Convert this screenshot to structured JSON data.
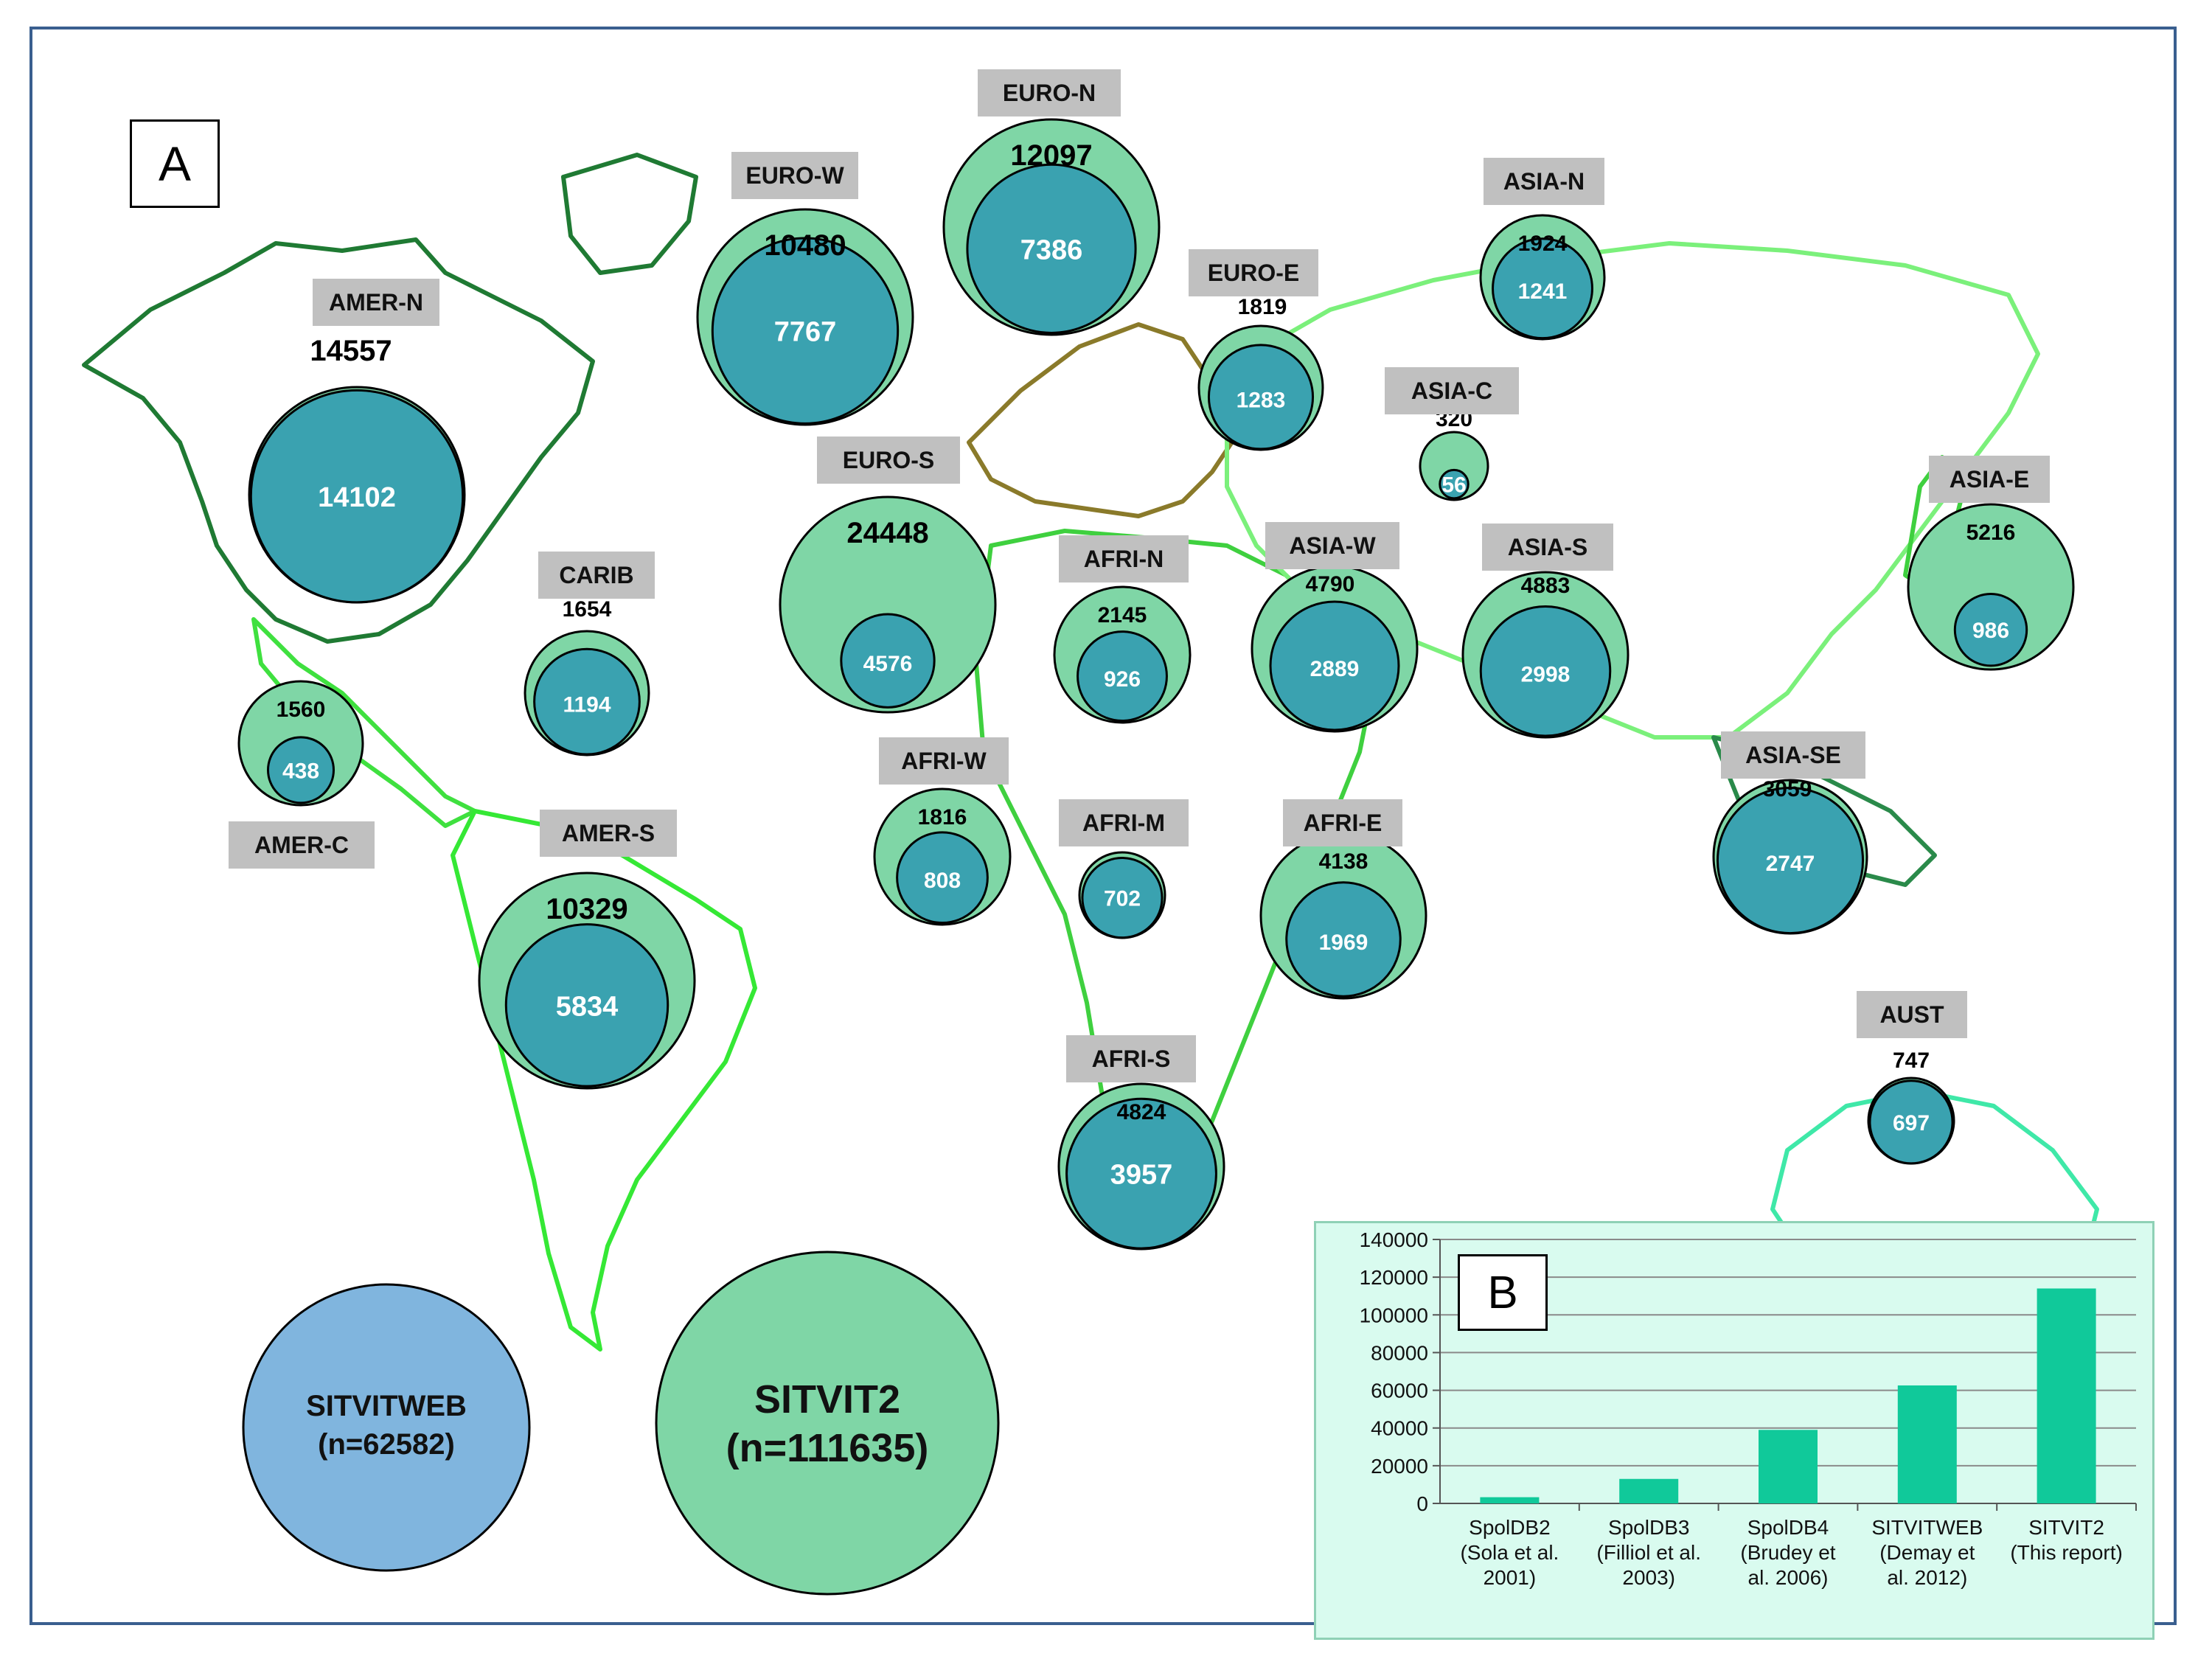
{
  "panels": {
    "a_label": "A",
    "b_label": "B"
  },
  "colors": {
    "outer_circle": "#7fd6a6",
    "inner_circle": "#3aa2b0",
    "legend_sitvitweb": "#80b5de",
    "legend_sitvit2": "#7fd6a6",
    "region_label_bg": "#c0c0c0",
    "bar": "#10c99a",
    "chart_bg": "#d9fbef",
    "frame": "#3a5f8f"
  },
  "legend": {
    "sitvitweb_name": "SITVITWEB",
    "sitvitweb_n": "(n=62582)",
    "sitvit2_name": "SITVIT2",
    "sitvit2_n": "(n=111635)"
  },
  "chart_data": [
    {
      "type": "bubble-map",
      "series": [
        {
          "name": "SITVIT2"
        },
        {
          "name": "SITVITWEB"
        }
      ],
      "regions": [
        {
          "name": "AMER-N",
          "sitvit2": 14557,
          "sitvitweb": 14102
        },
        {
          "name": "AMER-C",
          "sitvit2": 1560,
          "sitvitweb": 438
        },
        {
          "name": "CARIB",
          "sitvit2": 1654,
          "sitvitweb": 1194
        },
        {
          "name": "AMER-S",
          "sitvit2": 10329,
          "sitvitweb": 5834
        },
        {
          "name": "EURO-W",
          "sitvit2": 10480,
          "sitvitweb": 7767
        },
        {
          "name": "EURO-N",
          "sitvit2": 12097,
          "sitvitweb": 7386
        },
        {
          "name": "EURO-E",
          "sitvit2": 1819,
          "sitvitweb": 1283
        },
        {
          "name": "EURO-S",
          "sitvit2": 24448,
          "sitvitweb": 4576
        },
        {
          "name": "AFRI-N",
          "sitvit2": 2145,
          "sitvitweb": 926
        },
        {
          "name": "AFRI-W",
          "sitvit2": 1816,
          "sitvitweb": 808
        },
        {
          "name": "AFRI-M",
          "sitvit2": 808,
          "sitvitweb": 702
        },
        {
          "name": "AFRI-E",
          "sitvit2": 4138,
          "sitvitweb": 1969
        },
        {
          "name": "AFRI-S",
          "sitvit2": 4824,
          "sitvitweb": 3957
        },
        {
          "name": "ASIA-W",
          "sitvit2": 4790,
          "sitvitweb": 2889
        },
        {
          "name": "ASIA-C",
          "sitvit2": 320,
          "sitvitweb": 56
        },
        {
          "name": "ASIA-N",
          "sitvit2": 1924,
          "sitvitweb": 1241
        },
        {
          "name": "ASIA-S",
          "sitvit2": 4883,
          "sitvitweb": 2998
        },
        {
          "name": "ASIA-E",
          "sitvit2": 5216,
          "sitvitweb": 986
        },
        {
          "name": "ASIA-SE",
          "sitvit2": 3059,
          "sitvitweb": 2747
        },
        {
          "name": "AUST",
          "sitvit2": 747,
          "sitvitweb": 697
        }
      ]
    },
    {
      "type": "bar",
      "categories": [
        {
          "lines": [
            "SpolDB2",
            "(Sola et al.",
            "2001)"
          ]
        },
        {
          "lines": [
            "SpolDB3",
            "(Filliol et al.",
            "2003)"
          ]
        },
        {
          "lines": [
            "SpolDB4",
            "(Brudey et",
            "al. 2006)"
          ]
        },
        {
          "lines": [
            "SITVITWEB",
            "(Demay et",
            "al. 2012)"
          ]
        },
        {
          "lines": [
            "SITVIT2",
            "(This report)"
          ]
        }
      ],
      "values": [
        3300,
        13000,
        39000,
        62582,
        114000
      ],
      "ylim": [
        0,
        140000
      ],
      "yticks": [
        "0",
        "20000",
        "40000",
        "60000",
        "80000",
        "100000",
        "120000",
        "140000"
      ],
      "grid": true
    }
  ]
}
